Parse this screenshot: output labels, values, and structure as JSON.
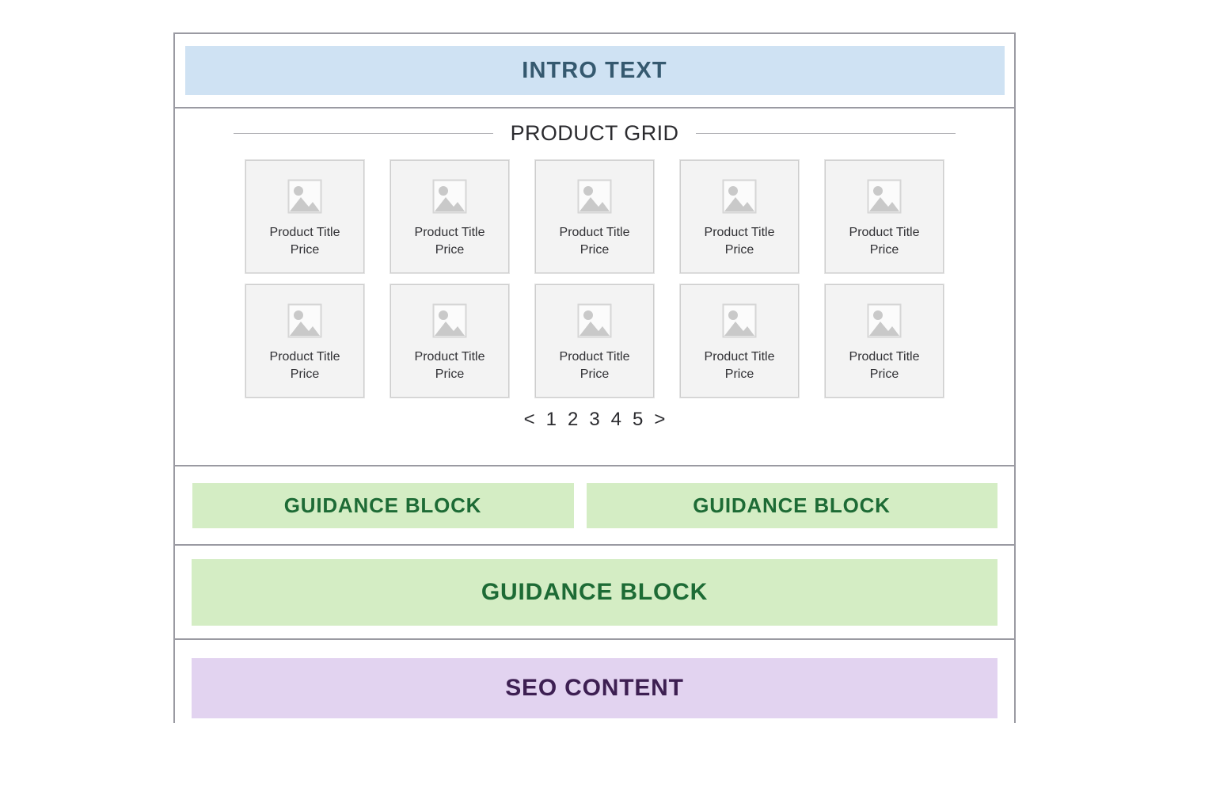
{
  "wireframe": {
    "intro": {
      "label": "INTRO TEXT",
      "band_color": "#cfe2f3",
      "text_color": "#35596f"
    },
    "product_grid": {
      "heading": "PRODUCT GRID",
      "rows": [
        [
          {
            "thumb_icon": "image-placeholder-icon",
            "title": "Product Title",
            "price": "Price"
          },
          {
            "thumb_icon": "image-placeholder-icon",
            "title": "Product Title",
            "price": "Price"
          },
          {
            "thumb_icon": "image-placeholder-icon",
            "title": "Product Title",
            "price": "Price"
          },
          {
            "thumb_icon": "image-placeholder-icon",
            "title": "Product Title",
            "price": "Price"
          },
          {
            "thumb_icon": "image-placeholder-icon",
            "title": "Product Title",
            "price": "Price"
          }
        ],
        [
          {
            "thumb_icon": "image-placeholder-icon",
            "title": "Product Title",
            "price": "Price"
          },
          {
            "thumb_icon": "image-placeholder-icon",
            "title": "Product Title",
            "price": "Price"
          },
          {
            "thumb_icon": "image-placeholder-icon",
            "title": "Product Title",
            "price": "Price"
          },
          {
            "thumb_icon": "image-placeholder-icon",
            "title": "Product Title",
            "price": "Price"
          },
          {
            "thumb_icon": "image-placeholder-icon",
            "title": "Product Title",
            "price": "Price"
          }
        ]
      ],
      "pagination": {
        "prev": "<",
        "pages": [
          "1",
          "2",
          "3",
          "4",
          "5"
        ],
        "next": ">"
      }
    },
    "guidance_split": [
      {
        "label": "GUIDANCE BLOCK"
      },
      {
        "label": "GUIDANCE BLOCK"
      }
    ],
    "guidance_full": {
      "label": "GUIDANCE BLOCK"
    },
    "guidance_colors": {
      "band_color": "#d4edc4",
      "text_color": "#1d6b35"
    },
    "seo": {
      "label": "SEO CONTENT",
      "band_color": "#e2d3f0",
      "text_color": "#3d1f52"
    },
    "frame_border_color": "#9a9aa2"
  }
}
